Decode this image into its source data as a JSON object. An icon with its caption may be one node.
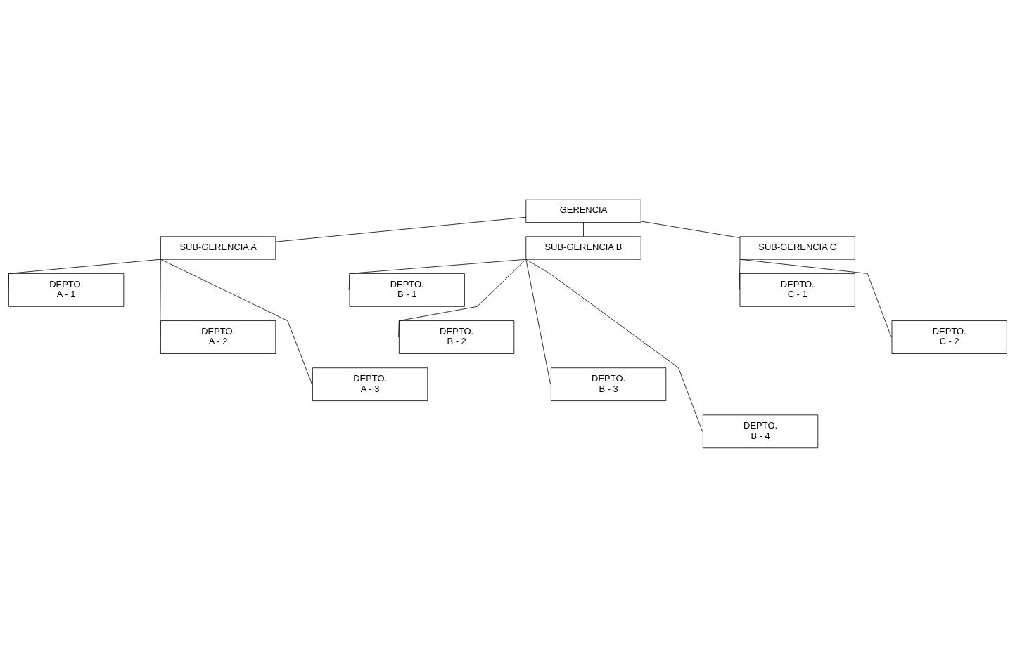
{
  "diagram": {
    "nodes": [
      {
        "text": [
          "GERENCIA"
        ]
      },
      {
        "text": [
          "SUB-GERENCIA A"
        ]
      },
      {
        "text": [
          "SUB-GERENCIA B"
        ]
      },
      {
        "text": [
          "SUB-GERENCIA C"
        ]
      },
      {
        "text": [
          "DEPTO.",
          "A - 1"
        ]
      },
      {
        "text": [
          "DEPTO.",
          "A - 2"
        ]
      },
      {
        "text": [
          "DEPTO.",
          "A - 3"
        ]
      },
      {
        "text": [
          "DEPTO.",
          "B - 1"
        ]
      },
      {
        "text": [
          "DEPTO.",
          "B - 2"
        ]
      },
      {
        "text": [
          "DEPTO.",
          "B - 3"
        ]
      },
      {
        "text": [
          "DEPTO.",
          "B - 4"
        ]
      },
      {
        "text": [
          "DEPTO.",
          "C - 1"
        ]
      },
      {
        "text": [
          "DEPTO.",
          "C - 2"
        ]
      }
    ],
    "edges": [
      {
        "from": 0,
        "to": 1,
        "arrow": "none"
      },
      {
        "from": 0,
        "to": 2,
        "arrow": "none"
      },
      {
        "from": 0,
        "to": 3,
        "arrow": "none"
      },
      {
        "from": 1,
        "to": 4,
        "arrow": "none"
      },
      {
        "from": 1,
        "to": 5,
        "arrow": "none"
      },
      {
        "from": 1,
        "to": 6,
        "arrow": "none"
      },
      {
        "from": 2,
        "to": 7,
        "arrow": "none"
      },
      {
        "from": 2,
        "to": 8,
        "arrow": "none"
      },
      {
        "from": 2,
        "to": 9,
        "arrow": "none"
      },
      {
        "from": 2,
        "to": 10,
        "arrow": "none"
      },
      {
        "from": 3,
        "to": 11,
        "arrow": "none"
      },
      {
        "from": 3,
        "to": 12,
        "arrow": "none"
      }
    ]
  }
}
